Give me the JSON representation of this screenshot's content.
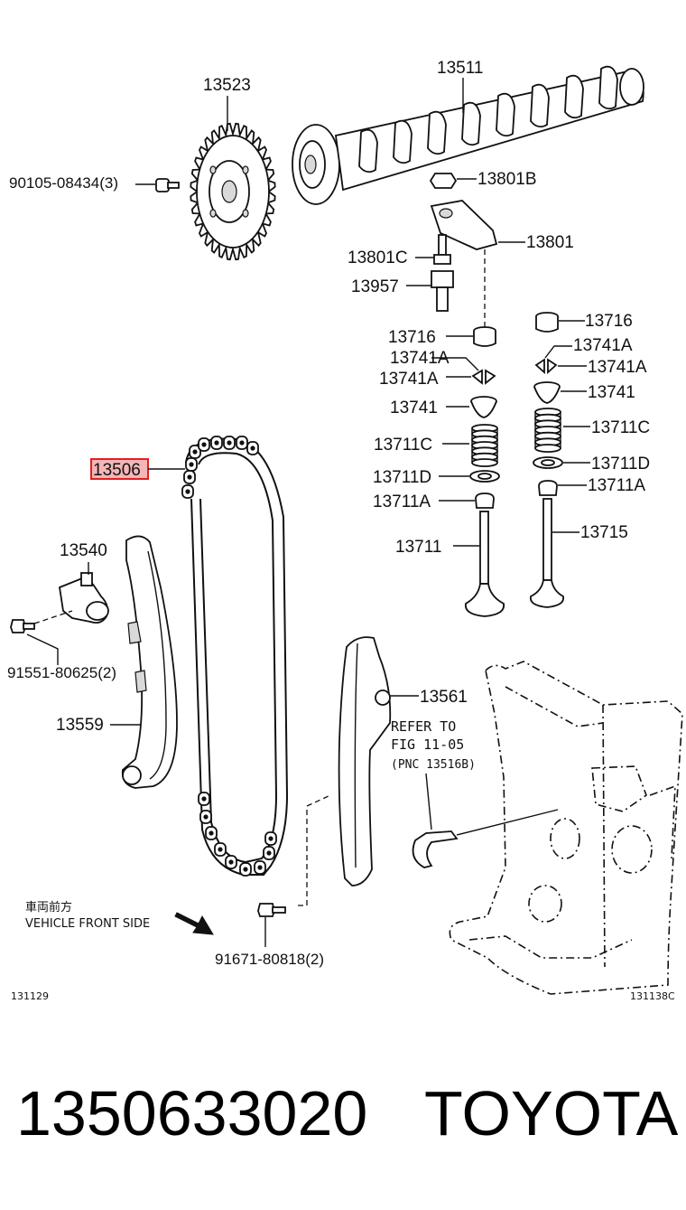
{
  "diagram": {
    "labels": {
      "gear_13523": "13523",
      "camshaft_13511": "13511",
      "bolt_90105": "90105-08434(3)",
      "nut_13801B": "13801B",
      "rocker_13801": "13801",
      "bolt_13801C": "13801C",
      "bolt_13957": "13957",
      "lifter_13716_left": "13716",
      "lifter_13716_right": "13716",
      "key_13741A_left_top": "13741A",
      "key_13741A_left": "13741A",
      "key_13741A_right_top": "13741A",
      "key_13741A_right": "13741A",
      "retainer_13741_left": "13741",
      "retainer_13741_right": "13741",
      "spring_13711C_left": "13711C",
      "spring_13711C_right": "13711C",
      "seat_13711D_left": "13711D",
      "seat_13711D_right": "13711D",
      "seal_13711A_left": "13711A",
      "seal_13711A_right": "13711A",
      "valve_13711": "13711",
      "valve_13715": "13715",
      "chain_13506": "13506",
      "tensioner_13540": "13540",
      "bolt_91551": "91551-80625(2)",
      "slipper_13559": "13559",
      "damper_13561": "13561",
      "bolt_91671": "91671-80818(2)"
    },
    "highlighted": "chain_13506",
    "refer_note": [
      "REFER TO",
      "FIG 11-05",
      "(PNC 13516B)"
    ],
    "front_note_jp": "車両前方",
    "front_note_en": "VEHICLE FRONT SIDE",
    "fig_left": "131129",
    "fig_right": "131138C"
  },
  "footer": {
    "part_number": "1350633020",
    "brand": "TOYOTA"
  }
}
